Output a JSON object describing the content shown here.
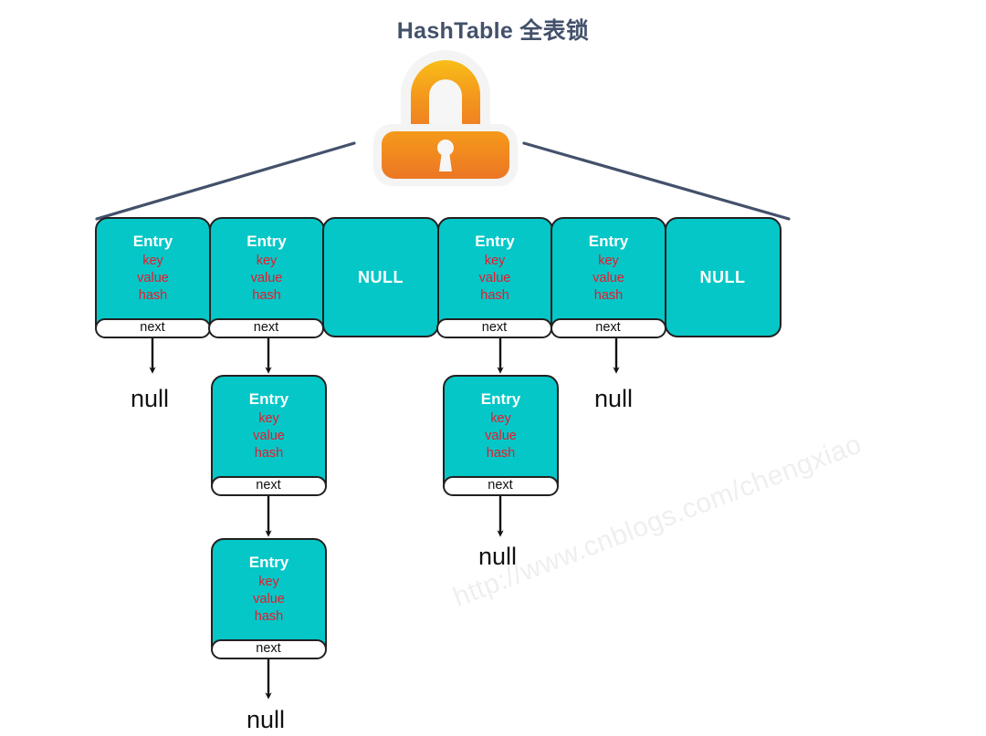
{
  "page": {
    "title": "HashTable 全表锁",
    "background": "#ffffff",
    "title_color": "#43516b",
    "watermark": "http://www.cnblogs.com/chengxiao"
  },
  "lock": {
    "name": "padlock-icon",
    "state": "locked",
    "gradient_top": "#F7B01A",
    "gradient_bottom": "#EE7C23",
    "outline": "#F1F1F1"
  },
  "colors": {
    "cell_fill": "#05C7C7",
    "cell_border": "#231f20",
    "entry_label": "#ffffff",
    "field_text": "#E9192B",
    "next_fill": "#ffffff",
    "null_text": "#111111",
    "edge_line": "#43516b"
  },
  "labels": {
    "entry": "Entry",
    "key": "key",
    "value": "value",
    "hash": "hash",
    "next": "next",
    "null_cell": "NULL",
    "null_leaf": "null"
  },
  "buckets": [
    {
      "index": 0,
      "type": "entry",
      "chain_depth": 0
    },
    {
      "index": 1,
      "type": "entry",
      "chain_depth": 2
    },
    {
      "index": 2,
      "type": "null",
      "chain_depth": 0
    },
    {
      "index": 3,
      "type": "entry",
      "chain_depth": 1
    },
    {
      "index": 4,
      "type": "entry",
      "chain_depth": 0
    },
    {
      "index": 5,
      "type": "null",
      "chain_depth": 0
    }
  ],
  "chains": {
    "bucket0": {
      "nodes": [],
      "terminator": "null"
    },
    "bucket1": {
      "nodes": [
        "Entry",
        "Entry"
      ],
      "terminator": "null"
    },
    "bucket3": {
      "nodes": [
        "Entry"
      ],
      "terminator": "null"
    },
    "bucket4": {
      "nodes": [],
      "terminator": "null"
    }
  },
  "null_leaves": [
    {
      "id": "leaf-bucket0",
      "text": "null"
    },
    {
      "id": "leaf-bucket1",
      "text": "null"
    },
    {
      "id": "leaf-bucket3",
      "text": "null"
    },
    {
      "id": "leaf-bucket4",
      "text": "null"
    }
  ]
}
